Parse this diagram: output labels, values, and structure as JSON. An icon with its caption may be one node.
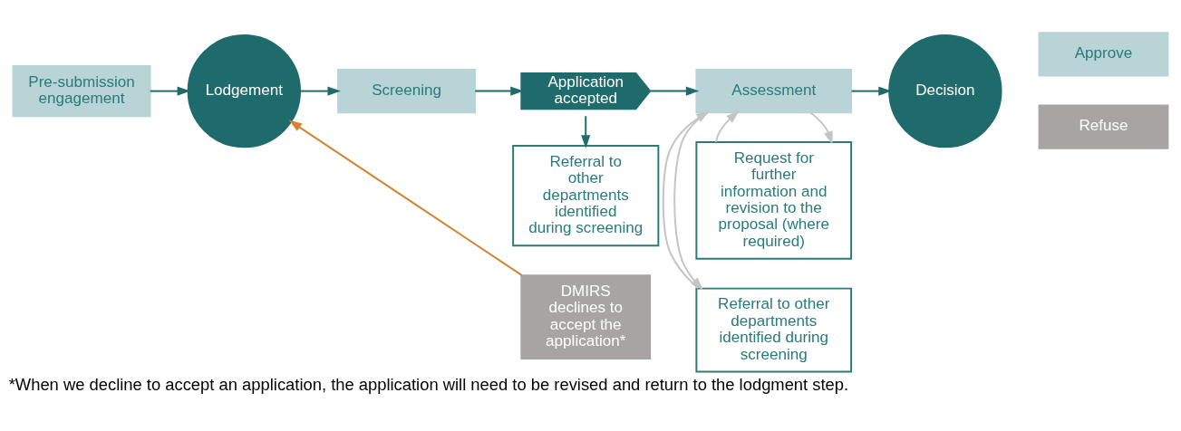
{
  "diagram": {
    "caption": "*When we decline to accept an application, the application will need to be revised and return to the lodgment step.",
    "nodes": [
      {
        "text": [
          "Pre-submission engagement"
        ]
      },
      {
        "text": [
          "Lodgement"
        ]
      },
      {
        "text": [
          "Screening"
        ]
      },
      {
        "text": [
          "Application accepted"
        ]
      },
      {
        "text": [
          "Assessment"
        ]
      },
      {
        "text": [
          "Decision"
        ]
      },
      {
        "text": [
          "Approve"
        ]
      },
      {
        "text": [
          "Refuse"
        ]
      },
      {
        "text": [
          "Referral to other departments identified during screening"
        ]
      },
      {
        "text": [
          "DMIRS declines to accept the application*"
        ]
      },
      {
        "text": [
          "Request for further information and revision to the proposal (where required)"
        ]
      },
      {
        "text": [
          "Referral to other departments identified during screening"
        ]
      }
    ],
    "edges": [
      {
        "from": 0,
        "to": 1,
        "arrow": "to"
      },
      {
        "from": 1,
        "to": 2,
        "arrow": "to"
      },
      {
        "from": 2,
        "to": 3,
        "arrow": "to"
      },
      {
        "from": 3,
        "to": 4,
        "arrow": "to"
      },
      {
        "from": 4,
        "to": 5,
        "arrow": "to"
      },
      {
        "from": 3,
        "to": 8,
        "arrow": "to"
      },
      {
        "from": 9,
        "to": 1,
        "arrow": "to",
        "color": "#d4842c"
      },
      {
        "from": 4,
        "to": 10,
        "arrow": "to",
        "color": "#c4c4c4"
      },
      {
        "from": 10,
        "to": 4,
        "arrow": "to",
        "color": "#c4c4c4"
      },
      {
        "from": 4,
        "to": 11,
        "arrow": "to",
        "color": "#c4c4c4"
      },
      {
        "from": 11,
        "to": 4,
        "arrow": "to",
        "color": "#c4c4c4"
      }
    ]
  }
}
